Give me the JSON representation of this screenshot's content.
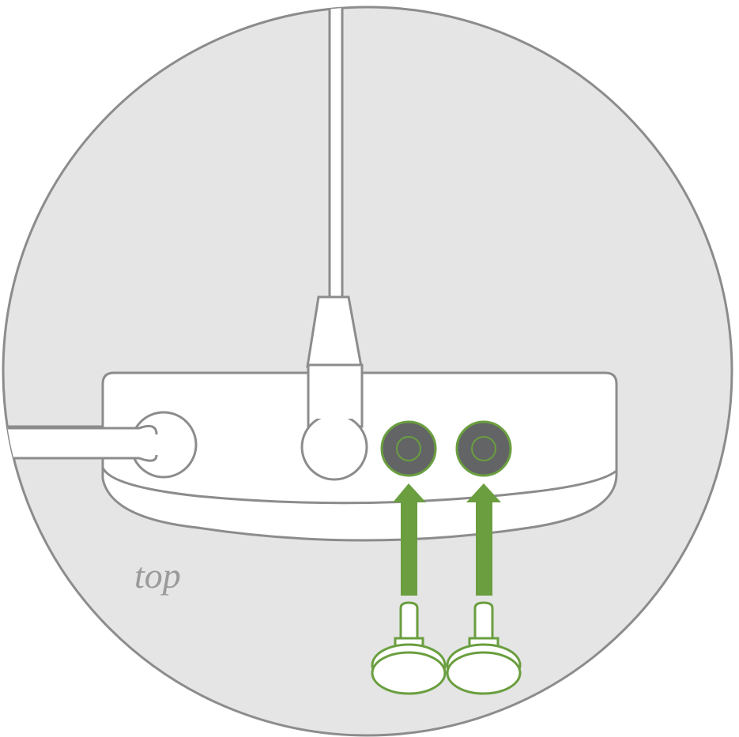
{
  "diagram": {
    "label": "top",
    "colors": {
      "background_circle": "#e4e5e4",
      "outline": "#8c8c8c",
      "device_fill": "#ffffff",
      "accent_green": "#6a9e3f",
      "port_dark": "#636466",
      "label_text": "#9a9a9a"
    },
    "ports": [
      {
        "name": "round-port-left",
        "state": "occupied by side cable"
      },
      {
        "name": "round-port-center",
        "state": "occupied by top cable"
      },
      {
        "name": "hole-1",
        "state": "plug inserting"
      },
      {
        "name": "hole-2",
        "state": "plug inserting"
      }
    ]
  }
}
